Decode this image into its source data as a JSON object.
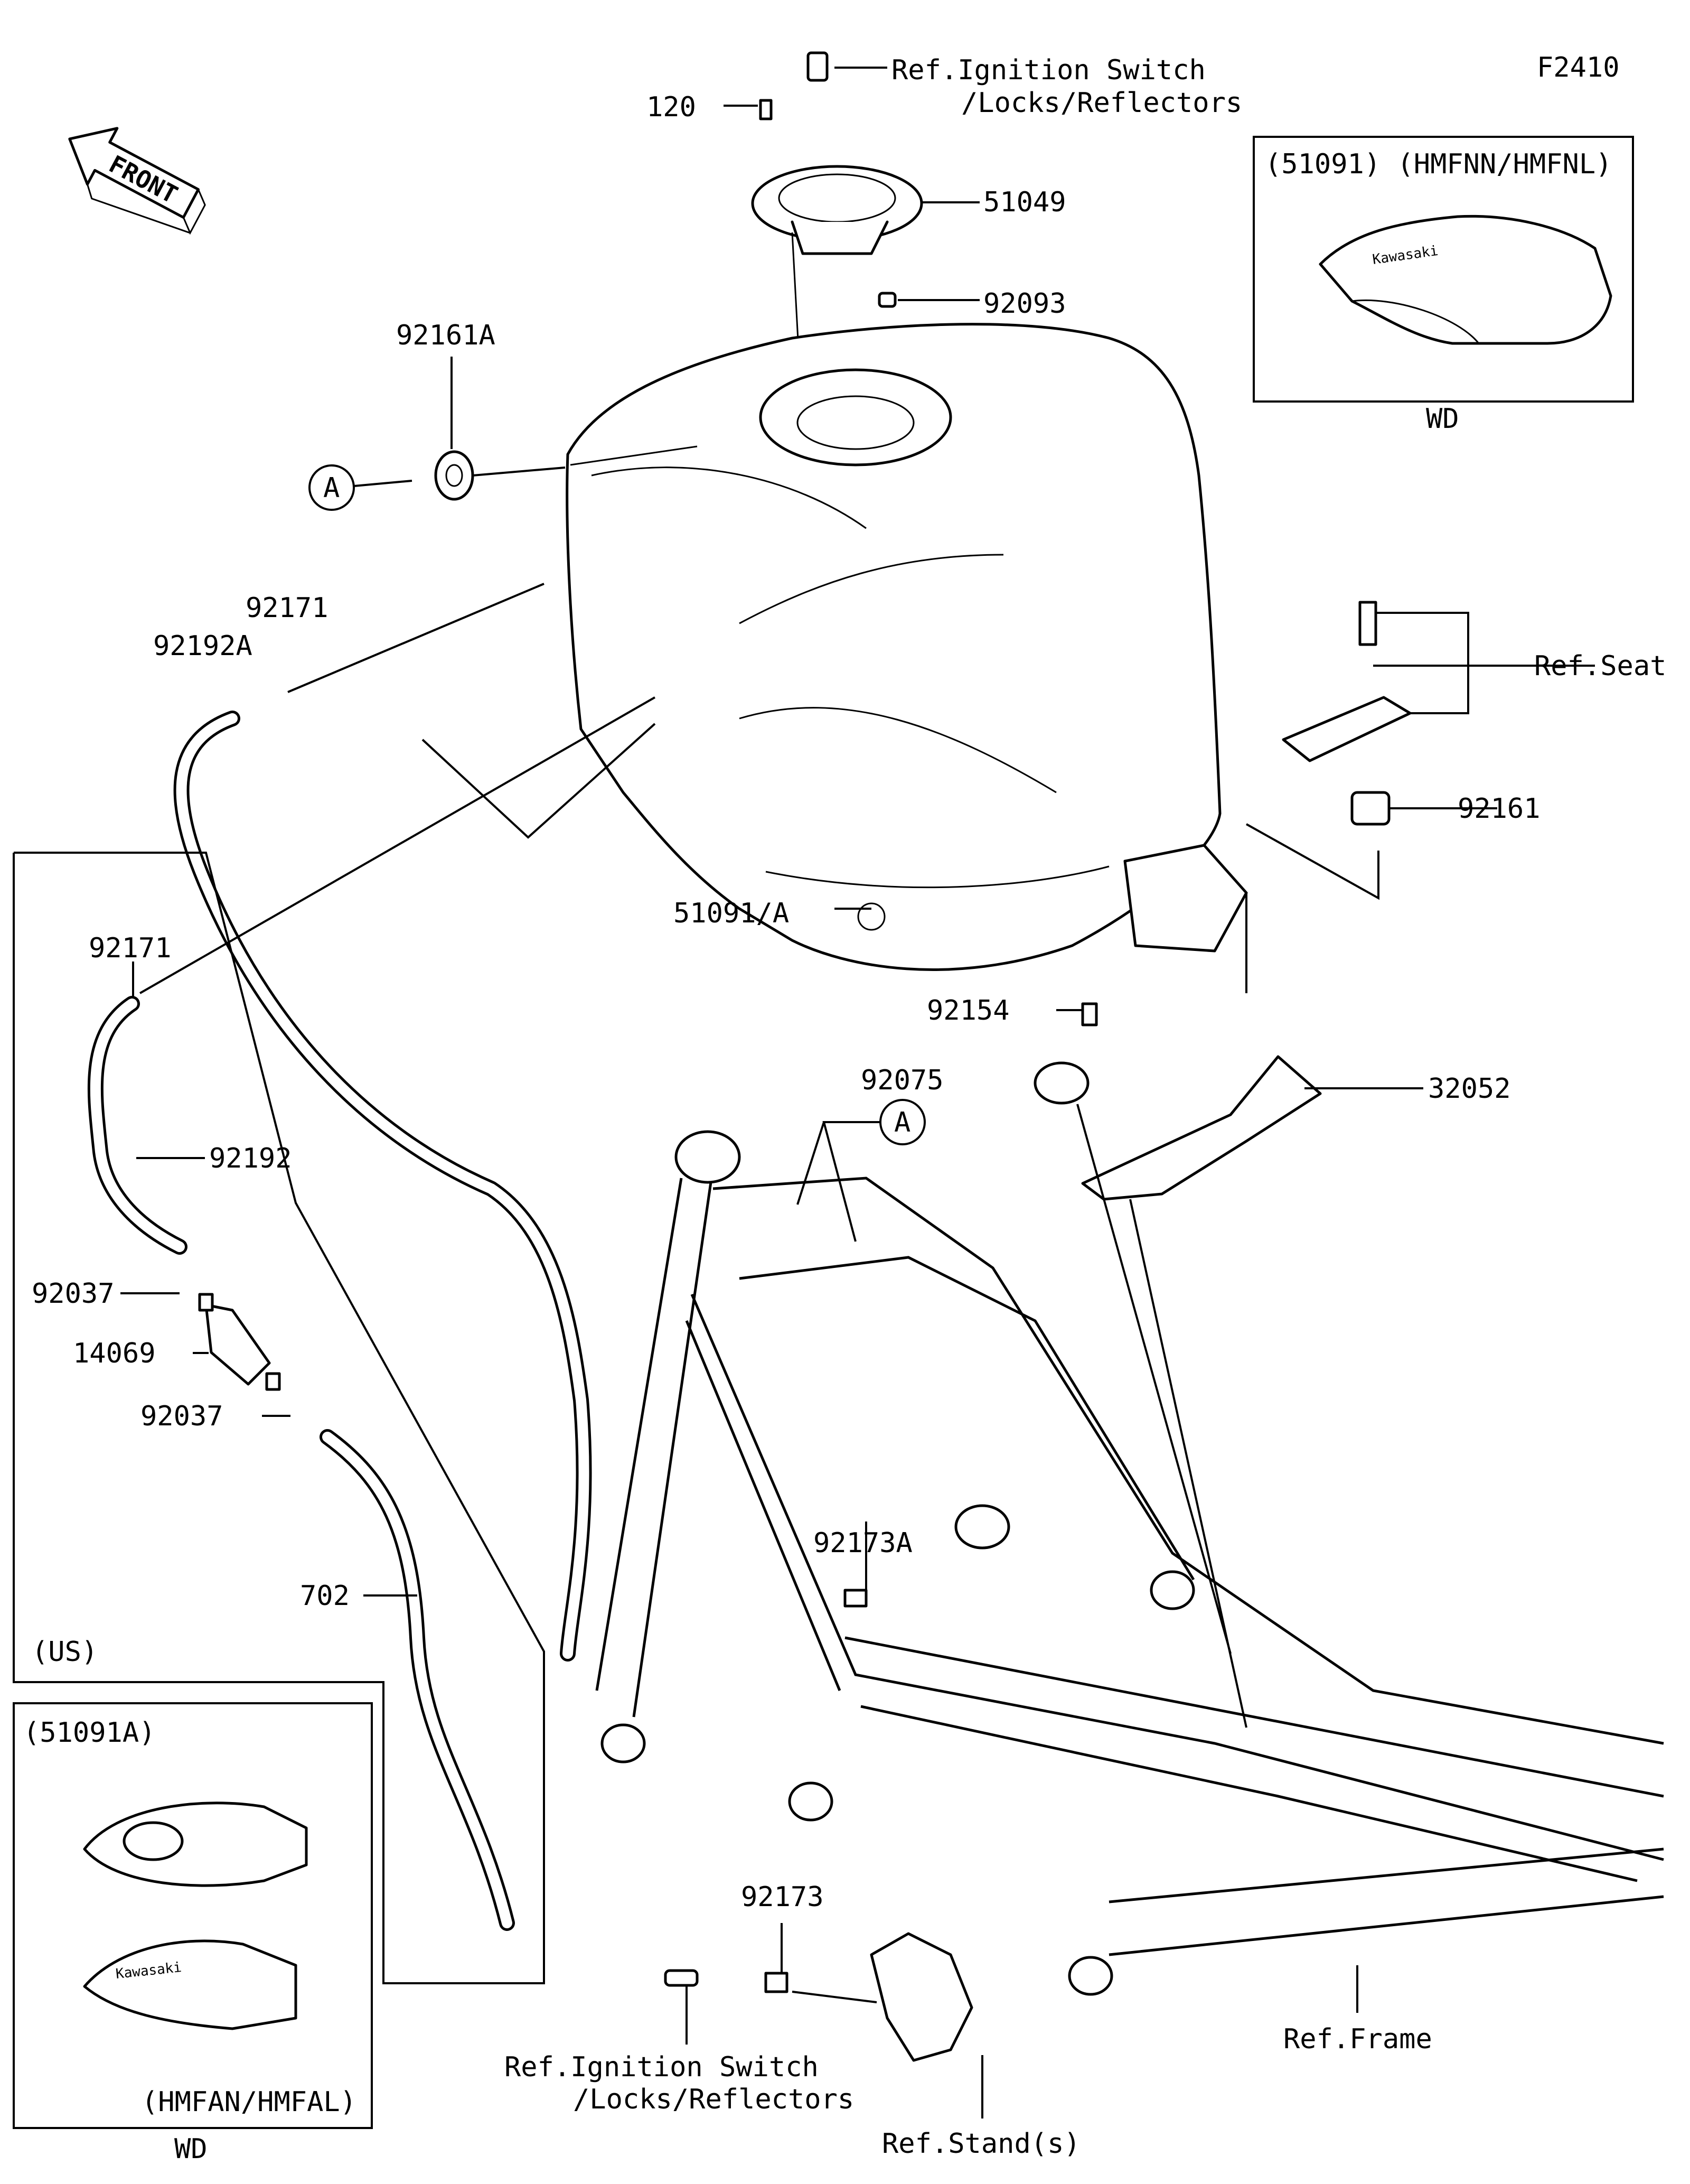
{
  "diagram_code": "F2410",
  "front_arrow": "FRONT",
  "labels": {
    "ref_ignition_top_1": "Ref.Ignition Switch",
    "ref_ignition_top_2": "/Locks/Reflectors",
    "p120": "120",
    "p51049": "51049",
    "p92093": "92093",
    "p92161A": "92161A",
    "circle_a": "A",
    "p92171_top": "92171",
    "p92192A": "92192A",
    "ref_seat": "Ref.Seat",
    "p92161": "92161",
    "p51091A": "51091/A",
    "p92171_left": "92171",
    "p92154": "92154",
    "p32052": "32052",
    "p92075": "92075",
    "p92192": "92192",
    "p92037_a": "92037",
    "p14069": "14069",
    "p92037_b": "92037",
    "p702": "702",
    "p92173A": "92173A",
    "us": "(US)",
    "p92173": "92173",
    "ref_ignition_bottom_1": "Ref.Ignition Switch",
    "ref_ignition_bottom_2": "/Locks/Reflectors",
    "ref_stands": "Ref.Stand(s)",
    "ref_frame": "Ref.Frame"
  },
  "inset_top": {
    "title": "(51091)  (HMFNN/HMFNL)",
    "logo": "Kawasaki",
    "footer": "WD"
  },
  "inset_bottom": {
    "title": "(51091A)",
    "variant": "(HMFAN/HMFAL)",
    "logo": "Kawasaki",
    "footer": "WD"
  }
}
